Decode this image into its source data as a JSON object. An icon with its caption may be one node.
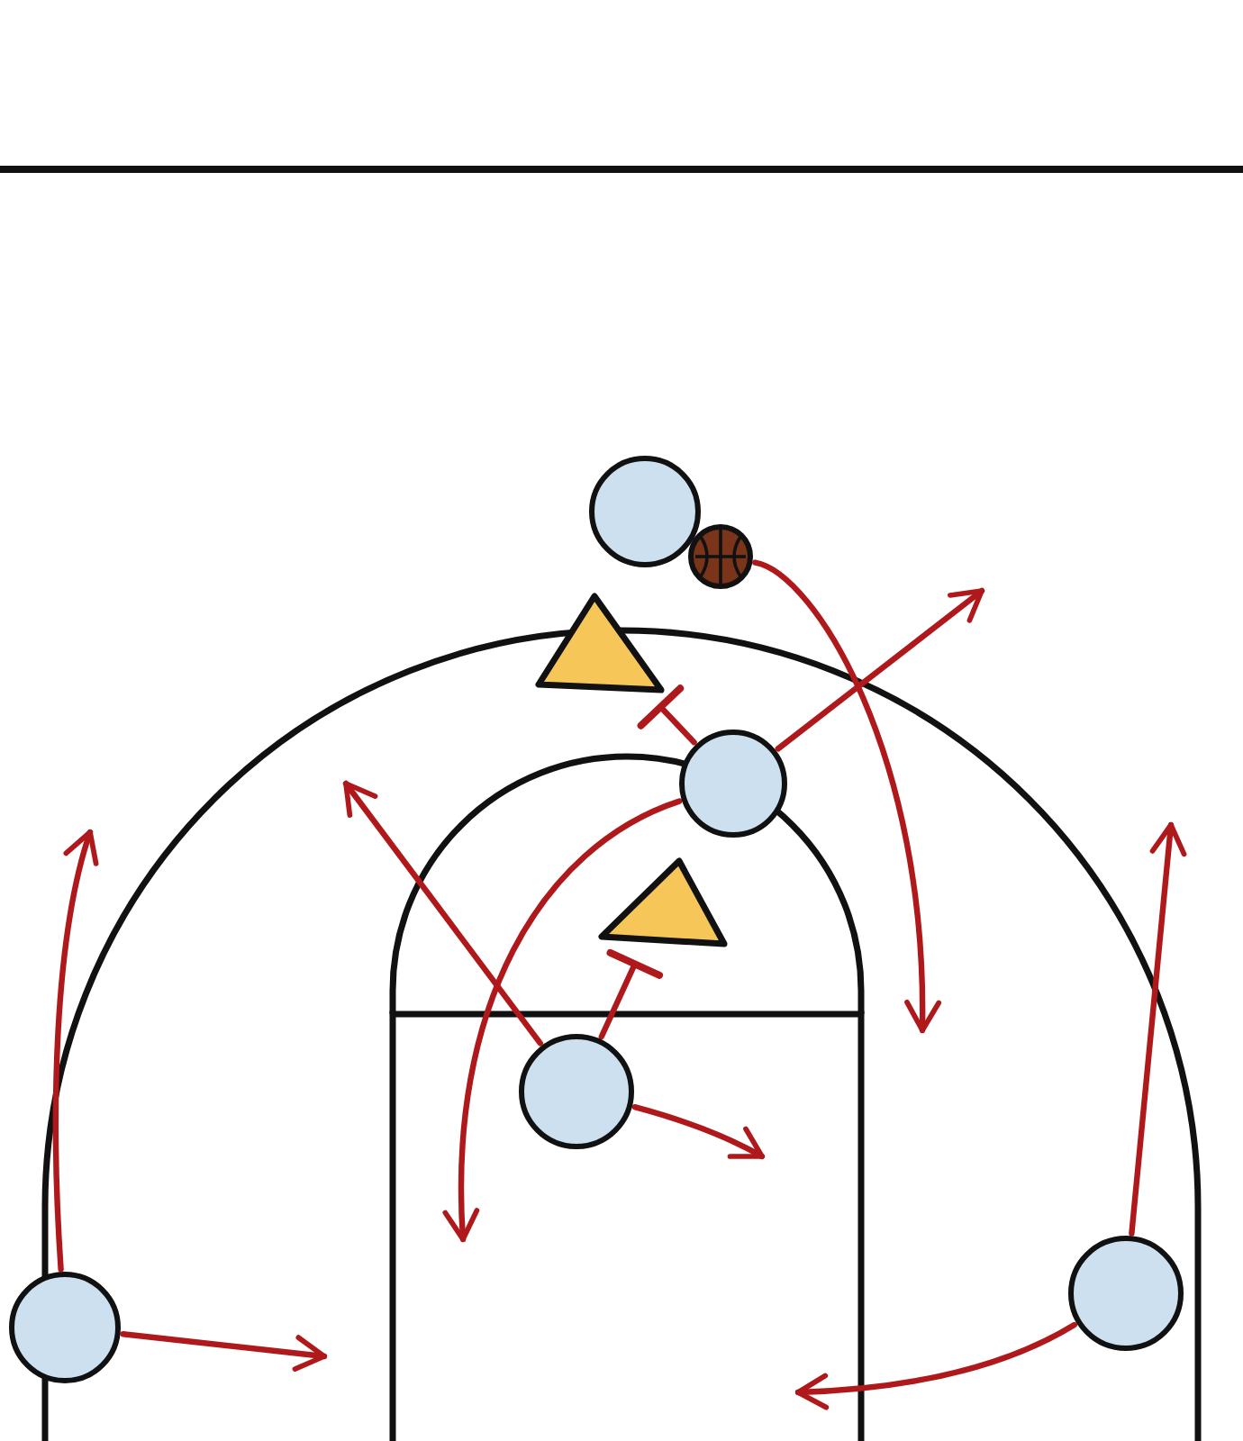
{
  "diagram": {
    "nodes": [
      {
        "text": [],
        "shape": "circle"
      },
      {
        "text": [],
        "shape": "ball"
      },
      {
        "text": [],
        "shape": "triangle"
      },
      {
        "text": [],
        "shape": "circle"
      },
      {
        "text": [],
        "shape": "triangle"
      },
      {
        "text": [],
        "shape": "circle"
      },
      {
        "text": [],
        "shape": "circle"
      },
      {
        "text": [],
        "shape": "circle"
      }
    ],
    "edges": [
      {
        "from": 1,
        "to": null,
        "arrow": "to"
      },
      {
        "from": 3,
        "to": null,
        "arrow": "to"
      },
      {
        "from": 3,
        "to": 2,
        "arrow": "other"
      },
      {
        "from": 3,
        "to": null,
        "arrow": "to"
      },
      {
        "from": 5,
        "to": null,
        "arrow": "to"
      },
      {
        "from": 5,
        "to": 4,
        "arrow": "other"
      },
      {
        "from": 5,
        "to": null,
        "arrow": "to"
      },
      {
        "from": 6,
        "to": null,
        "arrow": "to"
      },
      {
        "from": 6,
        "to": null,
        "arrow": "to"
      },
      {
        "from": 7,
        "to": null,
        "arrow": "to"
      },
      {
        "from": 7,
        "to": null,
        "arrow": "to"
      }
    ]
  }
}
